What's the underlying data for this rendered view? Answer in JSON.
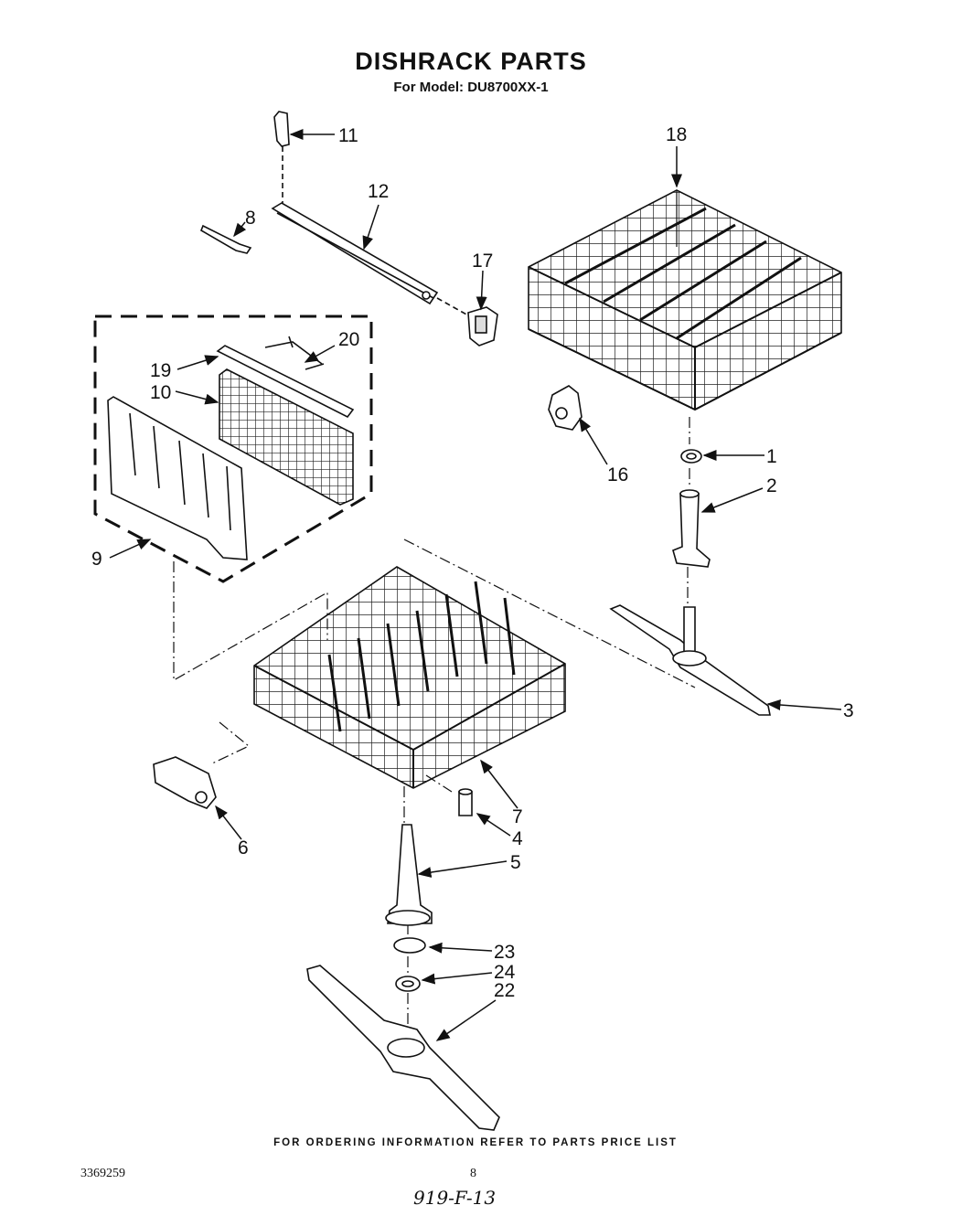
{
  "header": {
    "title": "DISHRACK PARTS",
    "subtitle": "For Model: DU8700XX-1"
  },
  "callouts": [
    "11",
    "12",
    "8",
    "17",
    "18",
    "20",
    "19",
    "10",
    "9",
    "16",
    "1",
    "2",
    "3",
    "7",
    "4",
    "5",
    "6",
    "23",
    "24",
    "22"
  ],
  "footer": {
    "ordering_note": "FOR ORDERING INFORMATION REFER TO PARTS PRICE LIST",
    "doc_number": "3369259",
    "page_number": "8",
    "handwritten_note": "919-F-13"
  }
}
